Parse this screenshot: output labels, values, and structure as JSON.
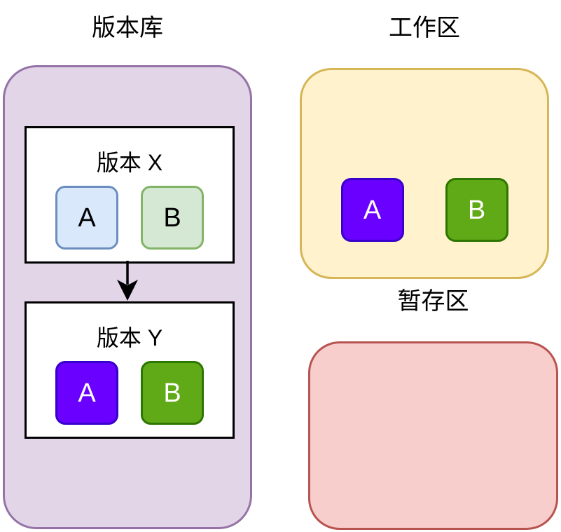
{
  "repository": {
    "title": "版本库",
    "fill": "#e1d5e7",
    "stroke": "#9673a6",
    "versions": [
      {
        "label": "版本 X",
        "box_fill": "#ffffff",
        "box_stroke": "#000000",
        "files": [
          {
            "label": "A",
            "fill": "#dae8fc",
            "stroke": "#6c8ebf",
            "text_color": "#000000"
          },
          {
            "label": "B",
            "fill": "#d5e8d4",
            "stroke": "#82b366",
            "text_color": "#000000"
          }
        ]
      },
      {
        "label": "版本 Y",
        "box_fill": "#ffffff",
        "box_stroke": "#000000",
        "files": [
          {
            "label": "A",
            "fill": "#6a00ff",
            "stroke": "#3700cc",
            "text_color": "#ffffff"
          },
          {
            "label": "B",
            "fill": "#60a917",
            "stroke": "#2d7600",
            "text_color": "#ffffff"
          }
        ]
      }
    ],
    "connector": {
      "shape": "arrow-down",
      "color": "#000000"
    }
  },
  "working_area": {
    "title": "工作区",
    "fill": "#fff2cc",
    "stroke": "#d6b656",
    "files": [
      {
        "label": "A",
        "fill": "#6a00ff",
        "stroke": "#3700cc",
        "text_color": "#ffffff"
      },
      {
        "label": "B",
        "fill": "#60a917",
        "stroke": "#2d7600",
        "text_color": "#ffffff"
      }
    ]
  },
  "staging_area": {
    "title": "暂存区",
    "fill": "#f8cecc",
    "stroke": "#b85450",
    "files": []
  }
}
